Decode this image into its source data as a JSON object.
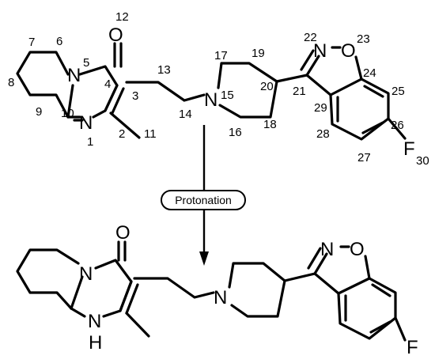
{
  "top_structure": {
    "atoms": {
      "O_carbonyl": "O",
      "N5": "N",
      "N1": "N",
      "N15": "N",
      "N22": "N",
      "O23": "O",
      "F30": "F"
    },
    "locants": {
      "n1": "1",
      "n2": "2",
      "n3": "3",
      "n4": "4",
      "n5": "5",
      "n6": "6",
      "n7": "7",
      "n8": "8",
      "n9": "9",
      "n10": "10",
      "n11": "11",
      "n12": "12",
      "n13": "13",
      "n14": "14",
      "n15": "15",
      "n16": "16",
      "n17": "17",
      "n18": "18",
      "n19": "19",
      "n20": "20",
      "n21": "21",
      "n22": "22",
      "n23": "23",
      "n24": "24",
      "n25": "25",
      "n26": "26",
      "n27": "27",
      "n28": "28",
      "n29": "29",
      "n30": "30"
    }
  },
  "arrow_label": "Protonation",
  "bottom_structure": {
    "atoms": {
      "O_carbonyl": "O",
      "N_ring": "N",
      "NH_N": "N",
      "NH_H": "H",
      "N_pip": "N",
      "N_isox": "N",
      "O_isox": "O",
      "F": "F"
    }
  }
}
